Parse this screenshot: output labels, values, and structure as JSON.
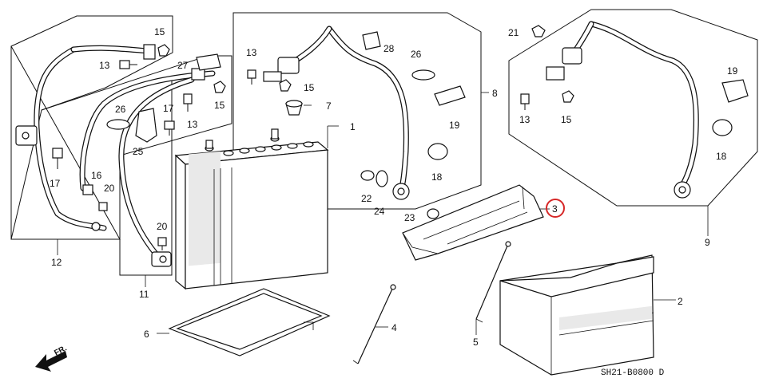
{
  "diagram": {
    "parts": {
      "p1": "1",
      "p2": "2",
      "p3": "3",
      "p4": "4",
      "p5": "5",
      "p6": "6",
      "p8": "8",
      "p9": "9",
      "p11": "11",
      "p12": "12",
      "p7": "7",
      "p13": "13",
      "p15": "15",
      "p16": "16",
      "p17": "17",
      "p18": "18",
      "p19": "19",
      "p20": "20",
      "p21": "21",
      "p22": "22",
      "p23": "23",
      "p24": "24",
      "p25": "25",
      "p26": "26",
      "p27": "27",
      "p28": "28"
    },
    "highlight_color": "#d62828",
    "diagram_code": "SH21-B0800 D",
    "front_arrow_label": "FR."
  }
}
